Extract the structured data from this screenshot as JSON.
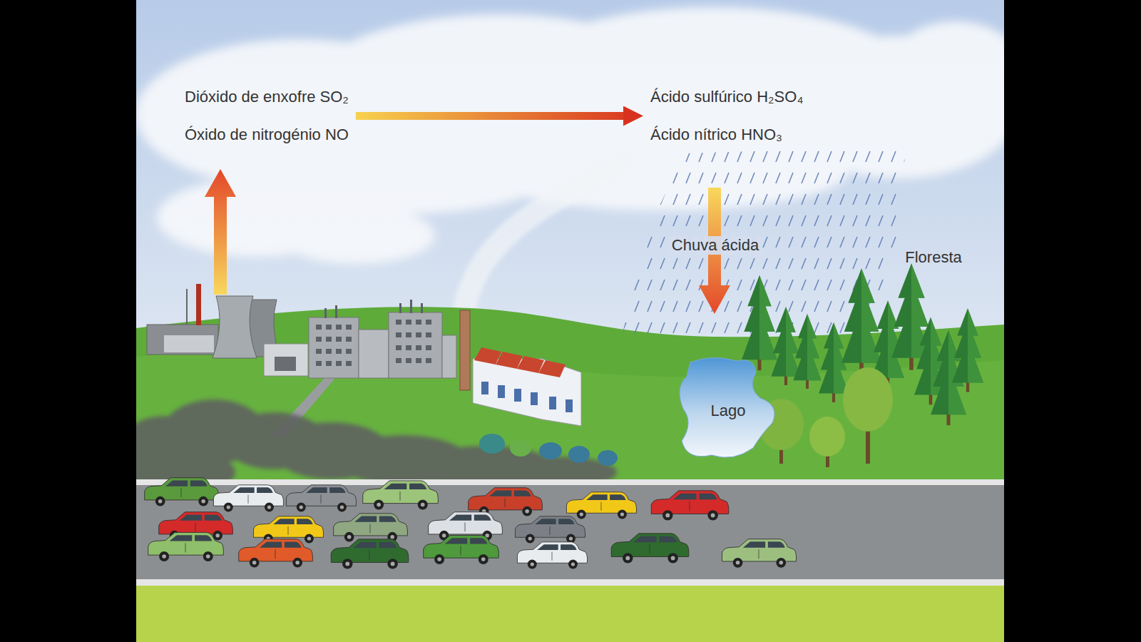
{
  "diagram": {
    "nodes": [
      {
        "text": [
          "Dióxido de enxofre SO₂",
          "Óxido de nitrogénio NO"
        ]
      },
      {
        "text": [
          "Ácido sulfúrico H₂SO₄",
          "Ácido nítrico HNO₃"
        ]
      },
      {
        "text": [
          "Lago"
        ]
      }
    ],
    "edges": [
      {
        "from": 0,
        "to": 1,
        "arrow": "to"
      }
    ],
    "labels": [
      "Chuva ácida",
      "Floresta"
    ]
  }
}
